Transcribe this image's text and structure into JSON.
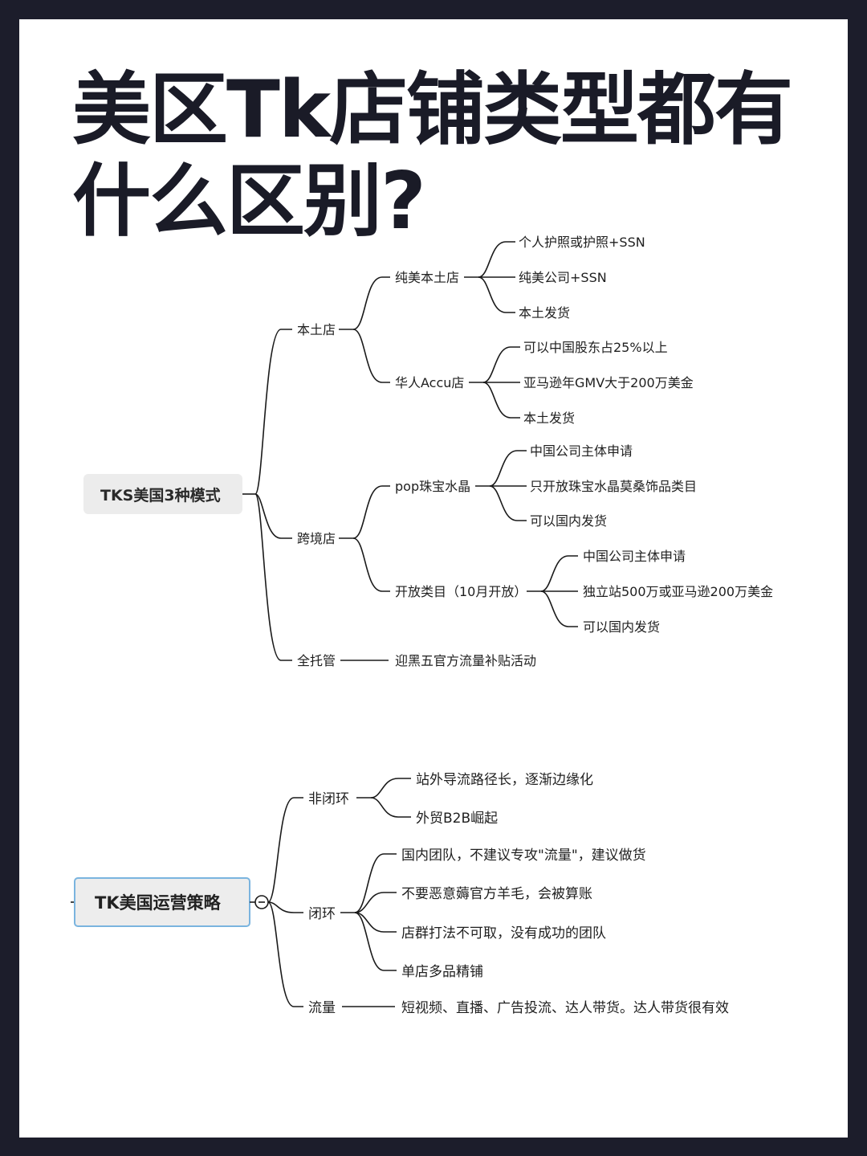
{
  "title": {
    "line1": "美区Tk店铺类型都有",
    "line2": "什么区别?"
  },
  "map1": {
    "root": "TKS美国3种模式",
    "local": {
      "label": "本土店",
      "pure": {
        "label": "纯美本土店",
        "items": [
          "个人护照或护照+SSN",
          "纯美公司+SSN",
          "本土发货"
        ]
      },
      "chinese": {
        "label": "华人Accu店",
        "items": [
          "可以中国股东占25%以上",
          "亚马逊年GMV大于200万美金",
          "本土发货"
        ]
      }
    },
    "cross": {
      "label": "跨境店",
      "pop": {
        "label": "pop珠宝水晶",
        "items": [
          "中国公司主体申请",
          "只开放珠宝水晶莫桑饰品类目",
          "可以国内发货"
        ]
      },
      "open": {
        "label": "开放类目（10月开放）",
        "items": [
          "中国公司主体申请",
          "独立站500万或亚马逊200万美金",
          "可以国内发货"
        ]
      }
    },
    "full": {
      "label": "全托管",
      "item": "迎黑五官方流量补贴活动"
    }
  },
  "map2": {
    "root": "TK美国运营策略",
    "collapse_symbol": "−",
    "nonclosed": {
      "label": "非闭环",
      "items": [
        "站外导流路径长，逐渐边缘化",
        "外贸B2B崛起"
      ]
    },
    "closed": {
      "label": "闭环",
      "items": [
        "国内团队，不建议专攻\"流量\"，建议做货",
        "不要恶意薅官方羊毛，会被算账",
        "店群打法不可取，没有成功的团队",
        "单店多品精铺"
      ]
    },
    "traffic": {
      "label": "流量",
      "item": "短视频、直播、广告投流、达人带货。达人带货很有效"
    }
  }
}
